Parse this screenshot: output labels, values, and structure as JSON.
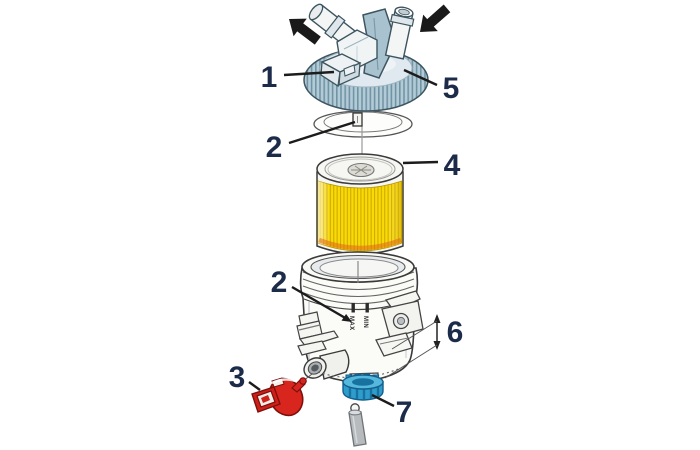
{
  "callouts": [
    {
      "id": "callout-1",
      "text": "1"
    },
    {
      "id": "callout-5",
      "text": "5"
    },
    {
      "id": "callout-2-top",
      "text": "2"
    },
    {
      "id": "callout-4",
      "text": "4"
    },
    {
      "id": "callout-2-body",
      "text": "2"
    },
    {
      "id": "callout-6",
      "text": "6"
    },
    {
      "id": "callout-3",
      "text": "3"
    },
    {
      "id": "callout-7",
      "text": "7"
    }
  ],
  "markings": {
    "max": "MAX",
    "min": "MIN"
  },
  "colors": {
    "background": "#ffffff",
    "label_text": "#1d2b4a",
    "leader_line": "#1c1c1c",
    "cap_blue_gray": "#b3cbd7",
    "element_yellow": "#f8da06",
    "element_pleat": "#cfa902",
    "sensor_red": "#d8261f",
    "valve_blue": "#2f9dcb",
    "flow_arrow_black": "#1a1a1a"
  }
}
